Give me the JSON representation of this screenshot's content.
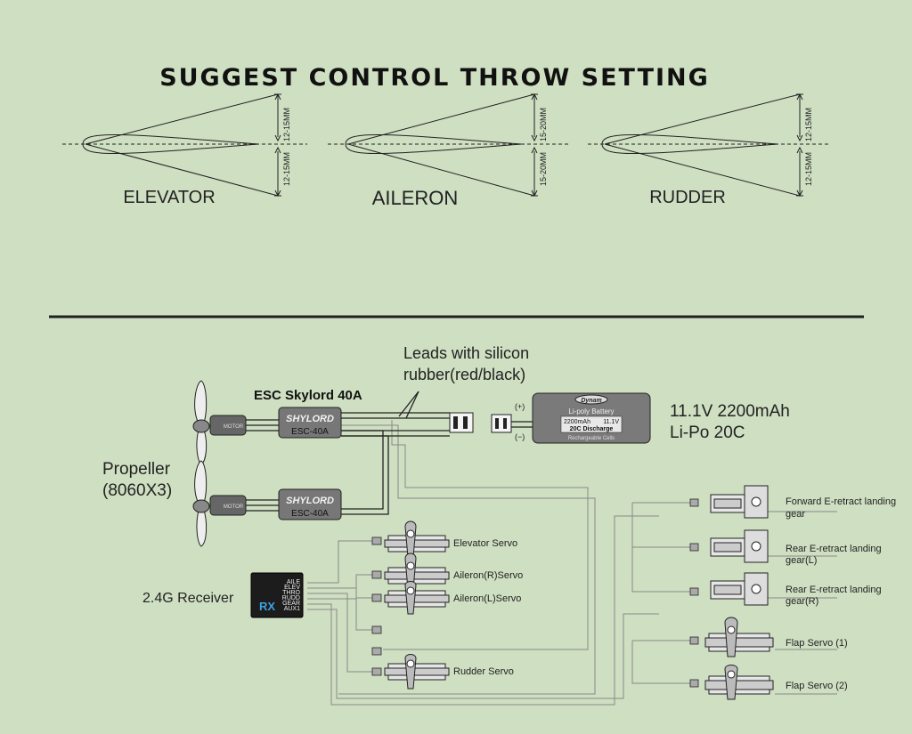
{
  "title": "SUGGEST CONTROL THROW SETTING",
  "surfaces": [
    {
      "name": "ELEVATOR",
      "upper": "12-15MM",
      "lower": "12-15MM"
    },
    {
      "name": "AILERON",
      "upper": "15-20MM",
      "lower": "15-20MM"
    },
    {
      "name": "RUDDER",
      "upper": "12-15MM",
      "lower": "12-15MM"
    }
  ],
  "wiring": {
    "leads": [
      "Leads with silicon",
      "rubber(red/black)"
    ],
    "esc_title": "ESC Skylord 40A",
    "esc_brand": "SHYLORD",
    "esc_model": "ESC-40A",
    "motor_label": "MOTOR",
    "propeller": [
      "Propeller",
      "(8060X3)"
    ],
    "battery_label": [
      "11.1V 2200mAh",
      "Li-Po  20C"
    ],
    "battery_brand": "Dynam",
    "battery_text": [
      "Li-poly Battery",
      "2200mAh",
      "11.1V",
      "20C Discharge",
      "Rechargeable Cells"
    ],
    "polarity_pos": "(+)",
    "polarity_neg": "(−)",
    "receiver_label": "2.4G Receiver",
    "receiver_name": "RX",
    "receiver_ports": [
      "AILE",
      "ELEV",
      "THRO",
      "RUDD",
      "GEAR",
      "AUX1"
    ],
    "servos_left": [
      "Elevator  Servo",
      "Aileron(R)Servo",
      "Aileron(L)Servo",
      "Rudder   Servo"
    ],
    "landing_gear": [
      [
        "Forward E-retract  landing",
        "gear"
      ],
      [
        "Rear  E-retract landing",
        "gear(L)"
      ],
      [
        "Rear  E-retract landing",
        "gear(R)"
      ]
    ],
    "flap_servos": [
      "Flap Servo (1)",
      "Flap Servo (2)"
    ]
  }
}
